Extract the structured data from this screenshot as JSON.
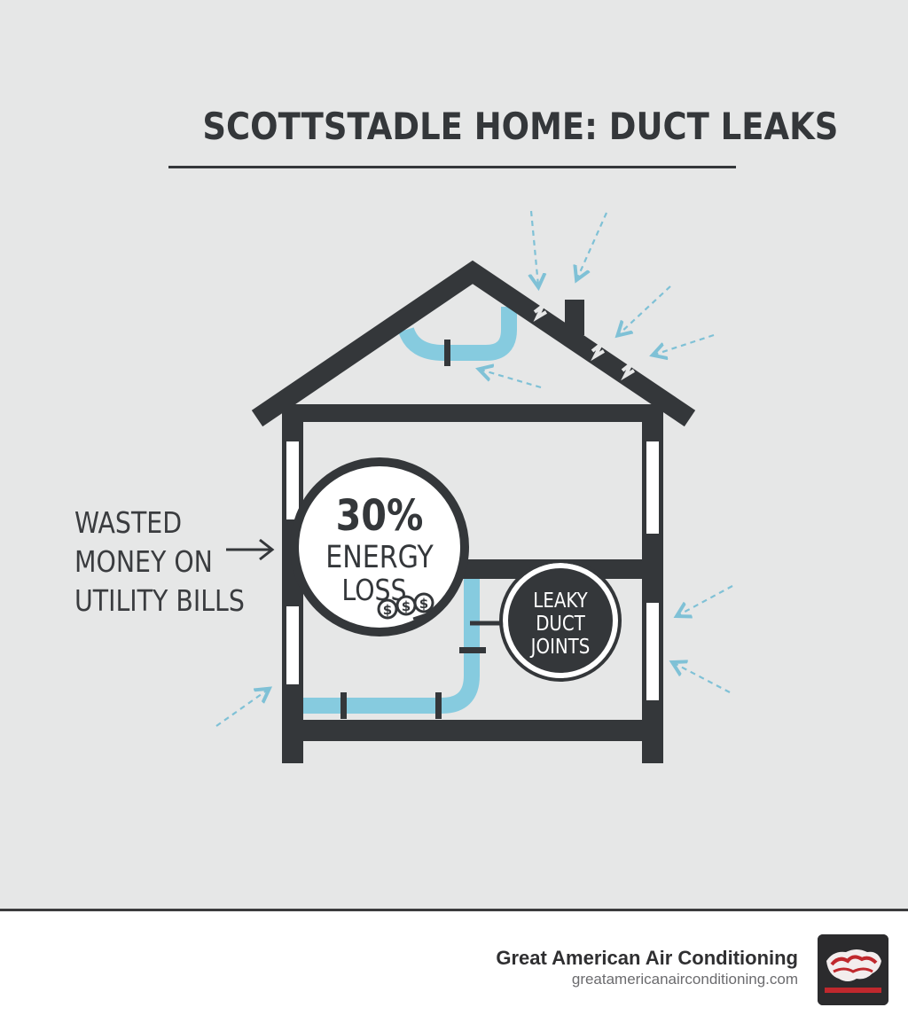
{
  "title": "SCOTTSTADLE HOME: DUCT LEAKS",
  "side_note": [
    "WASTED",
    "MONEY ON",
    "UTILITY BILLS"
  ],
  "energy_circle": {
    "percent": "30%",
    "line1": "ENERGY",
    "line2": "LOSS",
    "coins": [
      "$",
      "$",
      "$"
    ]
  },
  "joints_circle": [
    "LEAKY",
    "DUCT",
    "JOINTS"
  ],
  "footer": {
    "brand_name": "Great American Air Conditioning",
    "brand_url": "greatamericanairconditioning.com"
  },
  "colors": {
    "background": "#e6e7e7",
    "structure": "#34373a",
    "duct": "#86cbdf",
    "arrow": "#7fc1d6",
    "logo_red": "#c0282d"
  },
  "icons": [
    "house-illustration",
    "air-leak-arrow",
    "dollar-coin-icon",
    "logo-icon"
  ]
}
